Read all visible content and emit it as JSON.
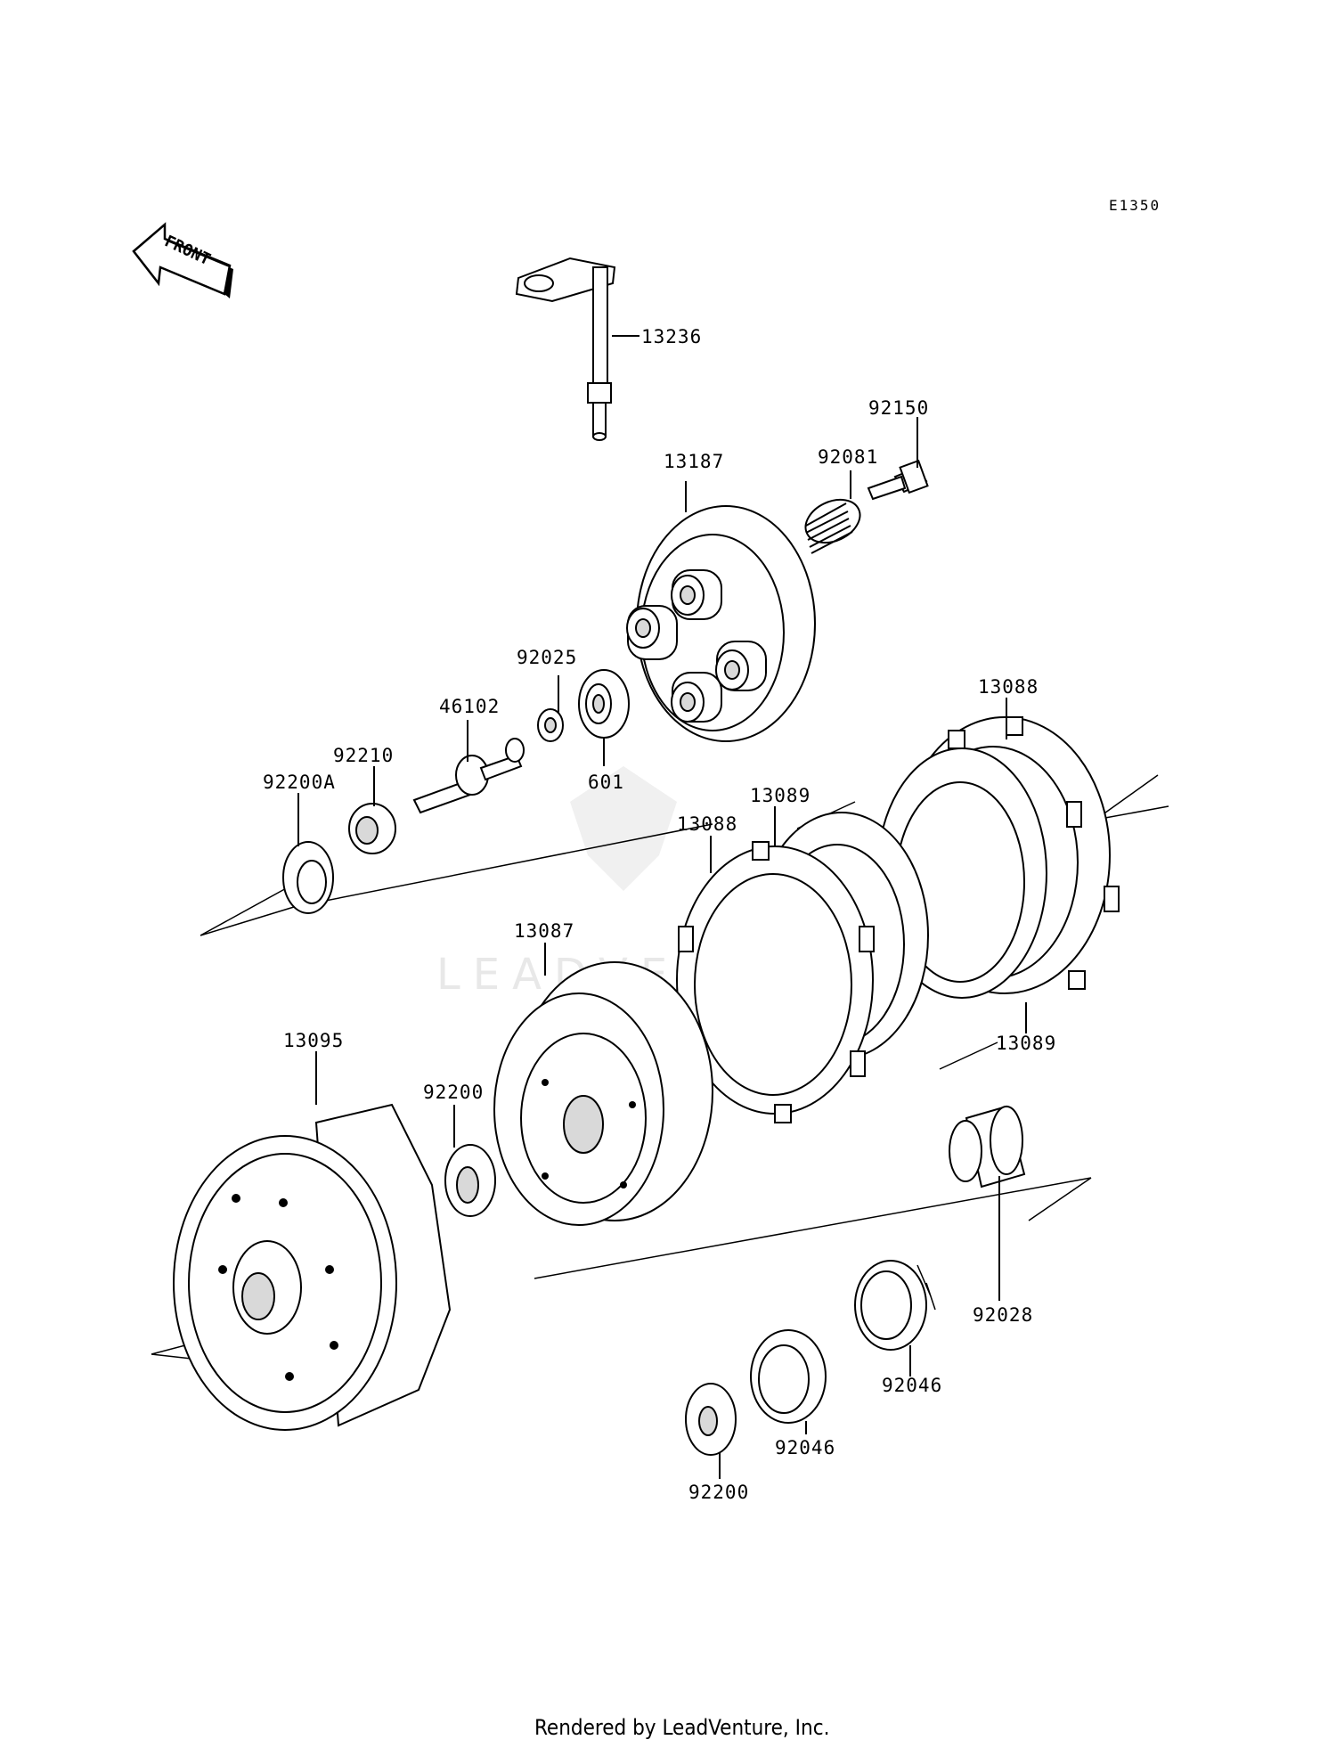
{
  "diagram_code": "E1350",
  "front_label": "FRONT",
  "watermark": "LEADVENTURE",
  "footer": "Rendered by LeadVenture, Inc.",
  "parts": {
    "p13236": "13236",
    "p92150": "92150",
    "p92081": "92081",
    "p13187": "13187",
    "p92025": "92025",
    "p46102": "46102",
    "p92210": "92210",
    "p92200A": "92200A",
    "p601": "601",
    "p13088_top": "13088",
    "p13089_top": "13089",
    "p13088_mid": "13088",
    "p13089_right": "13089",
    "p13087": "13087",
    "p13095": "13095",
    "p92200_mid": "92200",
    "p92028": "92028",
    "p92046_right": "92046",
    "p92046_left": "92046",
    "p92200_bottom": "92200"
  }
}
